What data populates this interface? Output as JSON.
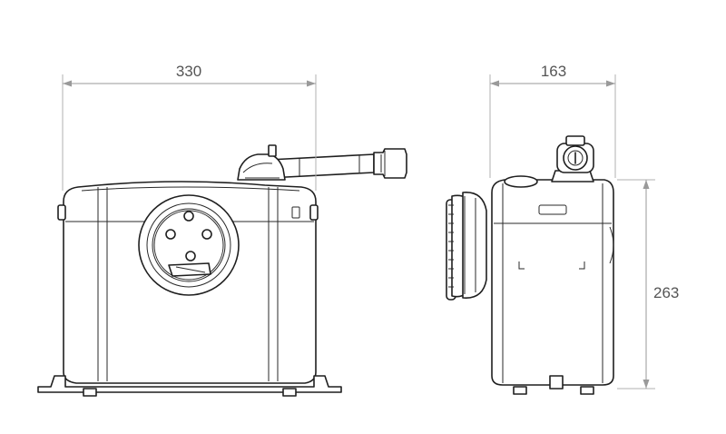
{
  "dimensions": {
    "front_width": "330",
    "side_depth": "163",
    "height": "263"
  },
  "colors": {
    "line": "#1f1f1f",
    "dimension_line": "#9a9a9a",
    "dimension_text": "#555555",
    "background": "#ffffff"
  }
}
